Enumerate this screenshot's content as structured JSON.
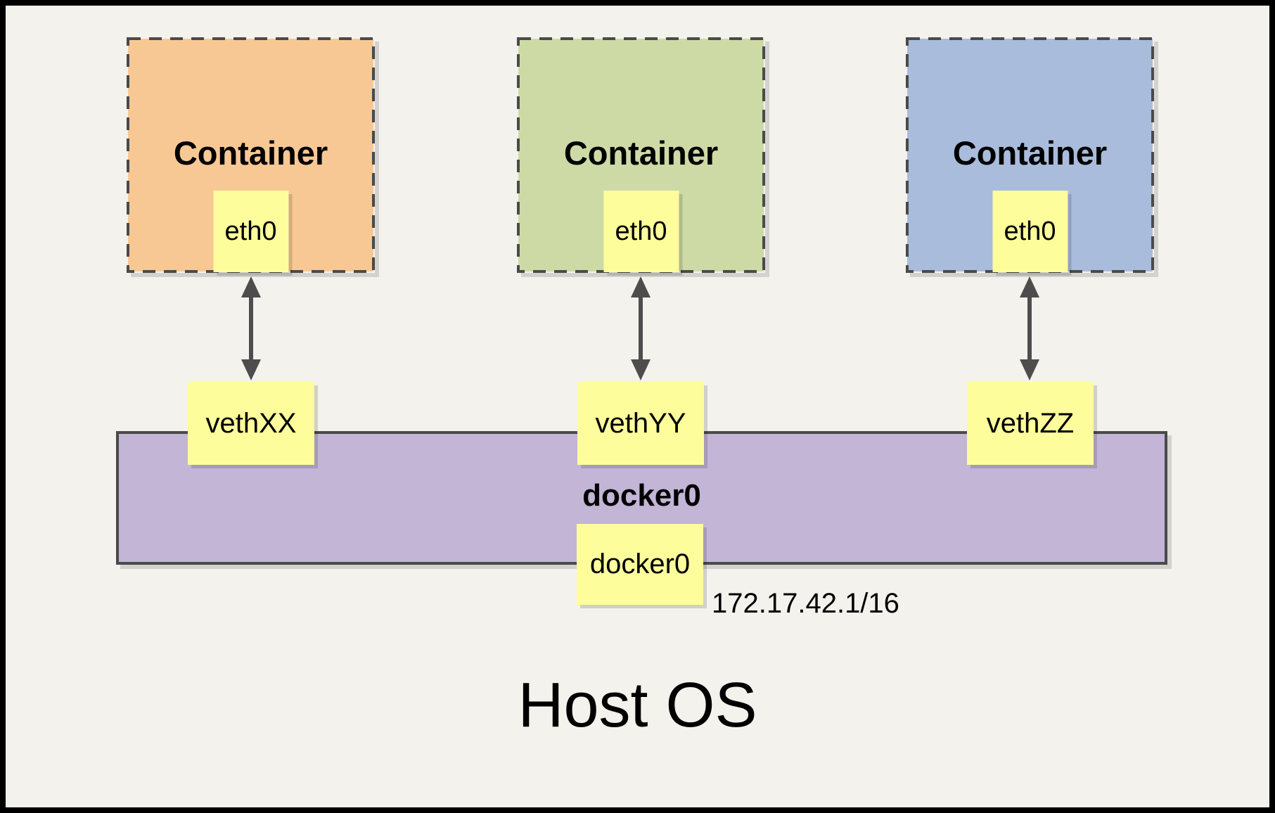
{
  "host": {
    "label": "Host OS"
  },
  "bridge": {
    "name": "docker0",
    "interface": "docker0",
    "ip": "172.17.42.1/16"
  },
  "containers": [
    {
      "label": "Container",
      "interface": "eth0",
      "veth": "vethXX",
      "fill": "#F8C894"
    },
    {
      "label": "Container",
      "interface": "eth0",
      "veth": "vethYY",
      "fill": "#CDDAA6"
    },
    {
      "label": "Container",
      "interface": "eth0",
      "veth": "vethZZ",
      "fill": "#A9BCDB"
    }
  ],
  "colors": {
    "background": "#F4F2ED",
    "frame": "#000000",
    "note_yellow": "#FDFD9C",
    "bridge_purple": "#C3B5D6",
    "border_dark": "#4A4A4A",
    "arrow": "#4D4D4D"
  }
}
